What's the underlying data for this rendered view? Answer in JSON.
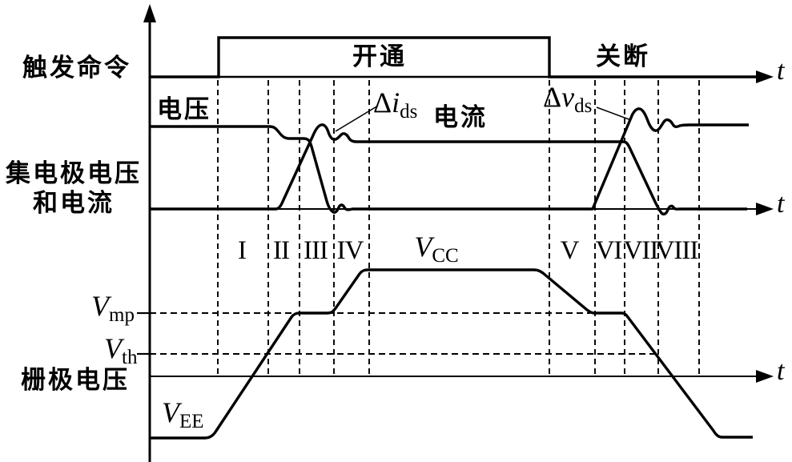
{
  "figure": {
    "background": "#ffffff",
    "line_color": "#000000",
    "rows": {
      "trigger": {
        "label": "触发命令",
        "on_label": "开通",
        "off_label": "关断",
        "axis_label": "t"
      },
      "collector": {
        "label_line1": "集电极电压",
        "label_line2": "和电流",
        "voltage_label": "电压",
        "current_label": "电流",
        "delta_i": {
          "delta": "Δ",
          "base": "i",
          "sub": "ds"
        },
        "delta_v": {
          "delta": "Δ",
          "base": "v",
          "sub": "ds"
        },
        "axis_label": "t"
      },
      "gate": {
        "label": "栅极电压",
        "v_cc": {
          "base": "V",
          "sub": "CC"
        },
        "v_mp": {
          "base": "V",
          "sub": "mp"
        },
        "v_th": {
          "base": "V",
          "sub": "th"
        },
        "v_ee": {
          "base": "V",
          "sub": "EE"
        },
        "axis_label": "t"
      }
    },
    "regions": [
      "I",
      "II",
      "III",
      "IV",
      "V",
      "VI",
      "VII",
      "VIII"
    ]
  }
}
